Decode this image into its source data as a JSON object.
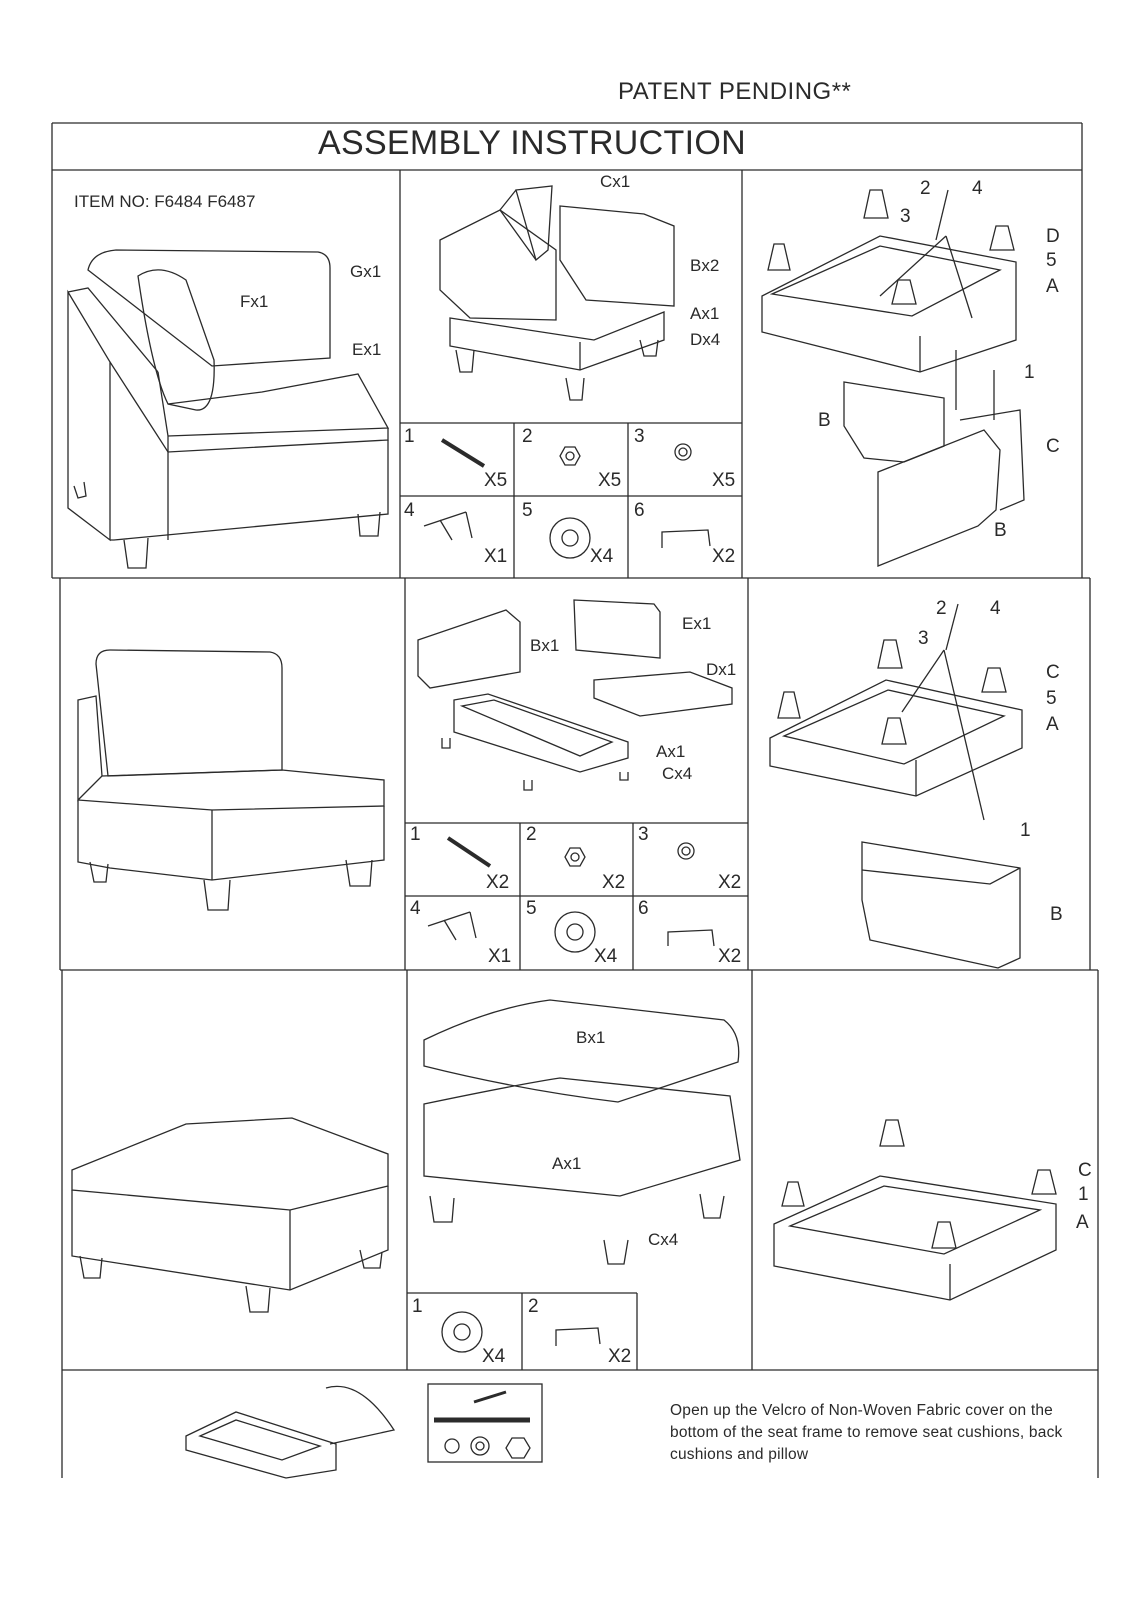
{
  "header": {
    "patent": "PATENT PENDING**",
    "title": "ASSEMBLY INSTRUCTION",
    "item_no": "ITEM NO: F6484  F6487"
  },
  "section1": {
    "sofa_labels": {
      "g": "Gx1",
      "f": "Fx1",
      "e": "Ex1"
    },
    "exploded_labels": {
      "c": "Cx1",
      "b": "Bx2",
      "a": "Ax1",
      "d": "Dx4"
    },
    "hardware": [
      {
        "num": "1",
        "qty": "X5"
      },
      {
        "num": "2",
        "qty": "X5"
      },
      {
        "num": "3",
        "qty": "X5"
      },
      {
        "num": "4",
        "qty": "X1"
      },
      {
        "num": "5",
        "qty": "X4"
      },
      {
        "num": "6",
        "qty": "X2"
      }
    ],
    "assembly_labels": {
      "n2": "2",
      "n4": "4",
      "n3": "3",
      "d": "D",
      "n5": "5",
      "a": "A",
      "n1": "1",
      "b1": "B",
      "c": "C",
      "b2": "B"
    }
  },
  "section2": {
    "exploded_labels": {
      "e": "Ex1",
      "b": "Bx1",
      "d": "Dx1",
      "a": "Ax1",
      "c": "Cx4"
    },
    "hardware": [
      {
        "num": "1",
        "qty": "X2"
      },
      {
        "num": "2",
        "qty": "X2"
      },
      {
        "num": "3",
        "qty": "X2"
      },
      {
        "num": "4",
        "qty": "X1"
      },
      {
        "num": "5",
        "qty": "X4"
      },
      {
        "num": "6",
        "qty": "X2"
      }
    ],
    "assembly_labels": {
      "n2": "2",
      "n4": "4",
      "n3": "3",
      "c": "C",
      "n5": "5",
      "a": "A",
      "n1": "1",
      "b": "B"
    }
  },
  "section3": {
    "exploded_labels": {
      "b": "Bx1",
      "a": "Ax1",
      "c": "Cx4"
    },
    "hardware": [
      {
        "num": "1",
        "qty": "X4"
      },
      {
        "num": "2",
        "qty": "X2"
      }
    ],
    "assembly_labels": {
      "c": "C",
      "n1": "1",
      "a": "A"
    }
  },
  "footer": {
    "note": "Open up the Velcro of Non-Woven Fabric cover on the bottom of the seat frame to remove seat cushions, back cushions and pillow"
  }
}
